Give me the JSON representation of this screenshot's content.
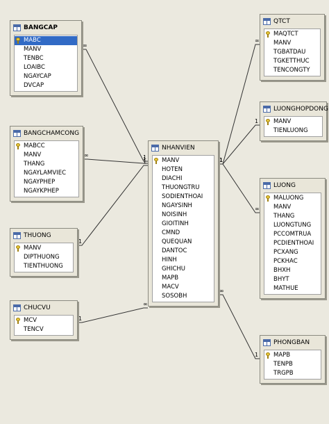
{
  "tables": {
    "bangcap": {
      "title": "BANGCAP",
      "columns": [
        {
          "name": "MABC",
          "key": true,
          "selected": true
        },
        {
          "name": "MANV"
        },
        {
          "name": "TENBC"
        },
        {
          "name": "LOAIBC"
        },
        {
          "name": "NGAYCAP"
        },
        {
          "name": "DVCAP"
        }
      ]
    },
    "bangchamcong": {
      "title": "BANGCHAMCONG",
      "columns": [
        {
          "name": "MABCC",
          "key": true
        },
        {
          "name": "MANV"
        },
        {
          "name": "THANG"
        },
        {
          "name": "NGAYLAMVIEC"
        },
        {
          "name": "NGAYPHEP"
        },
        {
          "name": "NGAYKPHEP"
        }
      ]
    },
    "thuong": {
      "title": "THUONG",
      "columns": [
        {
          "name": "MANV",
          "key": true
        },
        {
          "name": "DIPTHUONG"
        },
        {
          "name": "TIENTHUONG"
        }
      ]
    },
    "chucvu": {
      "title": "CHUCVU",
      "columns": [
        {
          "name": "MCV",
          "key": true
        },
        {
          "name": "TENCV"
        }
      ]
    },
    "nhanvien": {
      "title": "NHANVIEN",
      "columns": [
        {
          "name": "MANV",
          "key": true
        },
        {
          "name": "HOTEN"
        },
        {
          "name": "DIACHI"
        },
        {
          "name": "THUONGTRU"
        },
        {
          "name": "SODIENTHOAI"
        },
        {
          "name": "NGAYSINH"
        },
        {
          "name": "NOISINH"
        },
        {
          "name": "GIOITINH"
        },
        {
          "name": "CMND"
        },
        {
          "name": "QUEQUAN"
        },
        {
          "name": "DANTOC"
        },
        {
          "name": "HINH"
        },
        {
          "name": "GHICHU"
        },
        {
          "name": "MAPB"
        },
        {
          "name": "MACV"
        },
        {
          "name": "SOSOBH"
        }
      ]
    },
    "qtct": {
      "title": "QTCT",
      "columns": [
        {
          "name": "MAQTCT",
          "key": true
        },
        {
          "name": "MANV"
        },
        {
          "name": "TGBATDAU"
        },
        {
          "name": "TGKETTHUC"
        },
        {
          "name": "TENCONGTY"
        }
      ]
    },
    "luonghopdong": {
      "title": "LUONGHOPDONG",
      "columns": [
        {
          "name": "MANV",
          "key": true
        },
        {
          "name": "TIENLUONG"
        }
      ]
    },
    "luong": {
      "title": "LUONG",
      "columns": [
        {
          "name": "MALUONG",
          "key": true
        },
        {
          "name": "MANV"
        },
        {
          "name": "THANG"
        },
        {
          "name": "LUONGTUNG"
        },
        {
          "name": "PCCOMTRUA"
        },
        {
          "name": "PCDIENTHOAI"
        },
        {
          "name": "PCXANG"
        },
        {
          "name": "PCKHAC"
        },
        {
          "name": "BHXH"
        },
        {
          "name": "BHYT"
        },
        {
          "name": "MATHUE"
        }
      ]
    },
    "phongban": {
      "title": "PHONGBAN",
      "columns": [
        {
          "name": "MAPB",
          "key": true
        },
        {
          "name": "TENPB"
        },
        {
          "name": "TRGPB"
        }
      ]
    }
  },
  "relationships": [
    {
      "from": "bangcap",
      "to": "nhanvien",
      "from_end": "∞",
      "to_end": "1"
    },
    {
      "from": "bangchamcong",
      "to": "nhanvien",
      "from_end": "∞",
      "to_end": "1"
    },
    {
      "from": "thuong",
      "to": "nhanvien",
      "from_end": "1",
      "to_end": "1"
    },
    {
      "from": "chucvu",
      "to": "nhanvien",
      "from_end": "1",
      "to_end": "∞"
    },
    {
      "from": "nhanvien",
      "to": "qtct",
      "from_end": "1",
      "to_end": "∞"
    },
    {
      "from": "nhanvien",
      "to": "luonghopdong",
      "from_end": "1",
      "to_end": "1"
    },
    {
      "from": "nhanvien",
      "to": "luong",
      "from_end": "1",
      "to_end": "∞"
    },
    {
      "from": "nhanvien",
      "to": "phongban",
      "from_end": "∞",
      "to_end": "1"
    }
  ]
}
